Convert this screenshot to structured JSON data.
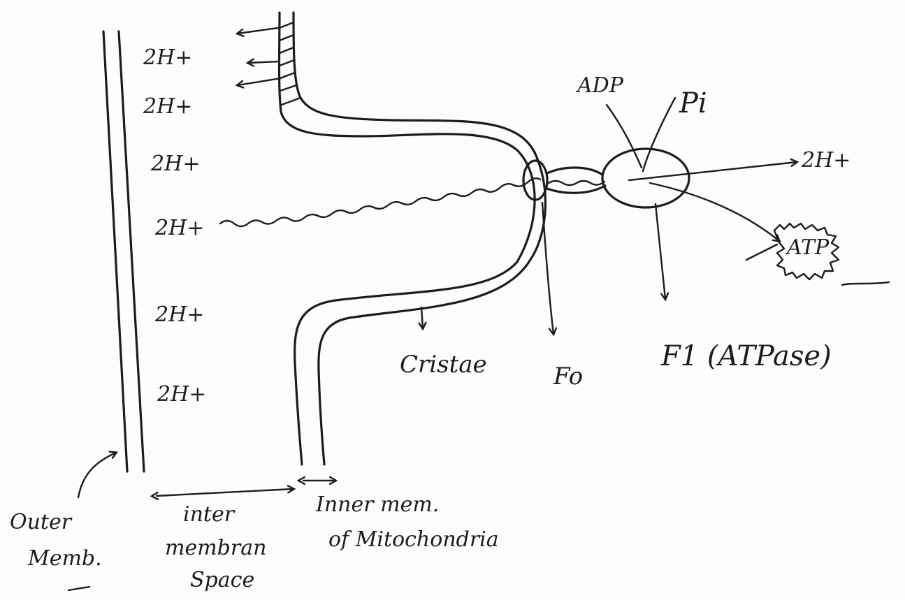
{
  "labels": {
    "proton_left": [
      "2H+",
      "2H+",
      "2H+",
      "2H+",
      "2H+",
      "2H+"
    ],
    "proton_right": "2H+",
    "adp": "ADP",
    "pi": "Pi",
    "atp": "ATP",
    "cristae": "Cristae",
    "fo": "Fo",
    "f1": "F1 (ATPase)",
    "outer_memb_1": "Outer",
    "outer_memb_2": "Memb.",
    "inter_1": "inter",
    "inter_2": "membran",
    "inter_3": "Space",
    "inner_1": "Inner mem.",
    "inner_2": "of Mitochondria"
  },
  "colors": {
    "ink": "#1c1c1c",
    "paper": "#fdfdfb"
  }
}
